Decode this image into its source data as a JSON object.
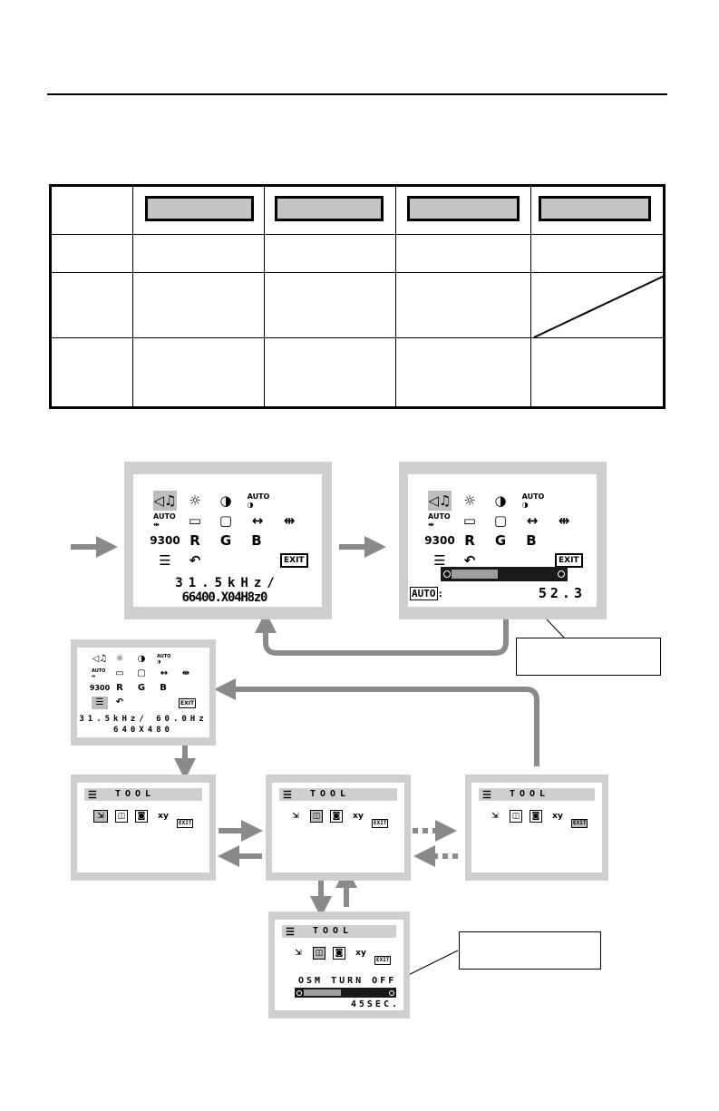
{
  "main_screen": {
    "icons": {
      "row1": [
        "◁♫",
        "☼",
        "◑",
        "AUTO ◑"
      ],
      "row2": [
        "AUTO ⇹",
        "▭",
        "▢",
        "↔",
        "⇹"
      ],
      "row3": [
        "9300",
        "R",
        "G",
        "B"
      ],
      "row4": [
        "☰",
        "↶",
        "EXIT"
      ]
    },
    "frequency": "31.5kHz/ 60.0Hz",
    "resolution": "640X480"
  },
  "adjust_screen": {
    "auto_label": "AUTO",
    "auto_value": "52.3",
    "level_fraction": 0.48
  },
  "tool_screen": {
    "title": "TOOL",
    "icons": [
      "⇲",
      "◫",
      "◙",
      "xy",
      "EXIT"
    ]
  },
  "osm_screen": {
    "label": "OSM TURN OFF",
    "value": "45SEC.",
    "level_fraction": 0.45
  },
  "colors": {
    "frame": "#cfcfcf",
    "arrow": "#8a8a8a",
    "key": "#c4c4c4"
  }
}
